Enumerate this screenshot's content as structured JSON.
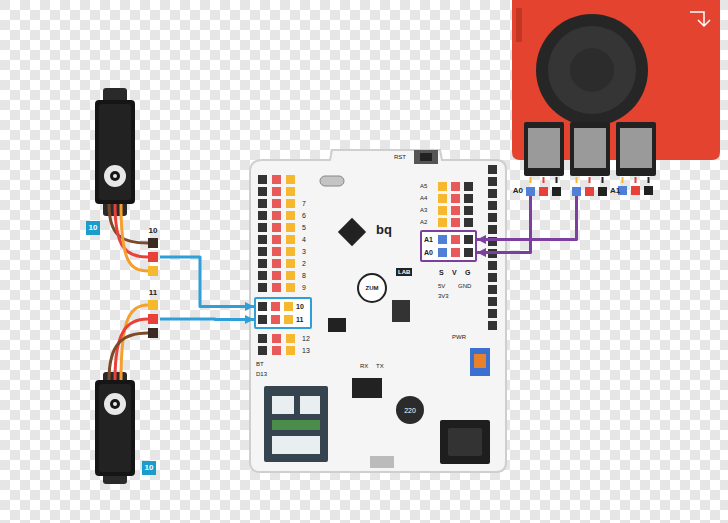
{
  "diagram": {
    "nodes": [
      {
        "text": [
          "10"
        ]
      },
      {
        "text": [
          "11"
        ]
      },
      {
        "text": [
          "10",
          "11"
        ]
      },
      {
        "text": [
          "A1",
          "A0"
        ]
      },
      {
        "text": [
          "A0"
        ]
      },
      {
        "text": [
          "A1"
        ]
      }
    ],
    "edges": [
      {
        "from": 0,
        "to": 2,
        "arrow": "to"
      },
      {
        "from": 1,
        "to": 2,
        "arrow": "to"
      },
      {
        "from": 4,
        "to": 3,
        "arrow": "to"
      },
      {
        "from": 5,
        "to": 3,
        "arrow": "to"
      }
    ],
    "labels": [
      "10",
      "10",
      "RST",
      "A5",
      "A4",
      "A3",
      "A2",
      "bq",
      "ZUM",
      "LAB",
      "S",
      "V",
      "G",
      "5V",
      "3V3",
      "GND",
      "220",
      "BT",
      "D13",
      "RX",
      "TX",
      "PWR",
      "7",
      "6",
      "5",
      "4",
      "3",
      "2",
      "8",
      "9",
      "12",
      "13"
    ]
  }
}
